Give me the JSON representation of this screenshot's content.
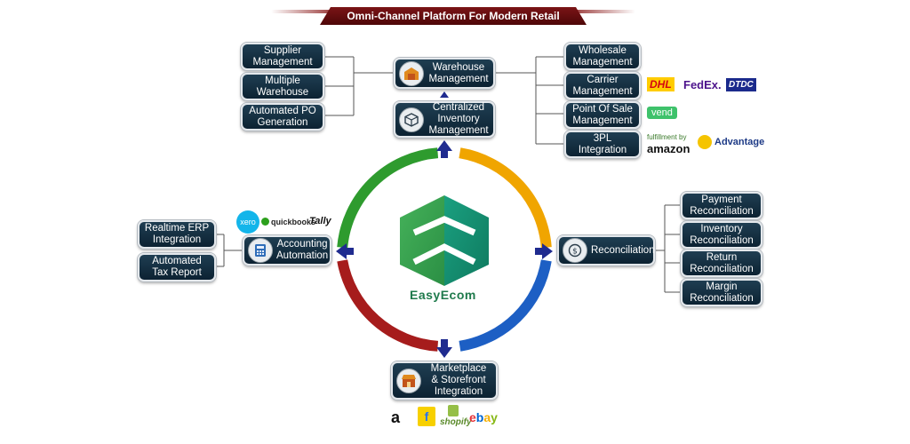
{
  "title": "Omni-Channel Platform For Modern Retail",
  "center": {
    "brand": "EasyEcom",
    "colors": {
      "green_light": "#3fa85c",
      "green_dark": "#148a6e"
    }
  },
  "ring_colors": {
    "top_left": "#2e9b2e",
    "top_right": "#f0a500",
    "bottom_right": "#1d5fc4",
    "bottom_left": "#a61c1c"
  },
  "top": {
    "warehouse": {
      "label": "Warehouse\nManagement",
      "icon": "warehouse-icon"
    },
    "inventory": {
      "label": "Centralized\nInventory\nManagement",
      "icon": "cube-icon"
    },
    "left_items": [
      {
        "label": "Supplier\nManagement"
      },
      {
        "label": "Multiple\nWarehouse"
      },
      {
        "label": "Automated PO\nGeneration"
      }
    ],
    "right_items": [
      {
        "label": "Wholesale\nManagement",
        "logos": []
      },
      {
        "label": "Carrier\nManagement",
        "logos": [
          "DHL",
          "FedEx.",
          "DTDC"
        ]
      },
      {
        "label": "Point Of Sale\nManagement",
        "logos": [
          "vend"
        ]
      },
      {
        "label": "3PL\nIntegration",
        "logos": [
          "fulfillment by",
          "amazon",
          "Advantage"
        ]
      }
    ]
  },
  "left": {
    "accounting": {
      "label": "Accounting\nAutomation",
      "icon": "calculator-icon"
    },
    "items": [
      {
        "label": "Realtime ERP\nIntegration"
      },
      {
        "label": "Automated\nTax Report"
      }
    ],
    "logos": [
      "xero",
      "quickbooks",
      "Tally"
    ]
  },
  "right": {
    "reconciliation": {
      "label": "Reconciliation",
      "icon": "dollar-coin-icon"
    },
    "items": [
      {
        "label": "Payment\nReconciliation"
      },
      {
        "label": "Inventory\nReconciliation"
      },
      {
        "label": "Return\nReconciliation"
      },
      {
        "label": "Margin\nReconciliation"
      }
    ]
  },
  "bottom": {
    "marketplace": {
      "label": "Marketplace\n& Storefront\nIntegration",
      "icon": "storefront-icon"
    },
    "logos": [
      "a",
      "f",
      "shopify",
      "ebay"
    ]
  }
}
